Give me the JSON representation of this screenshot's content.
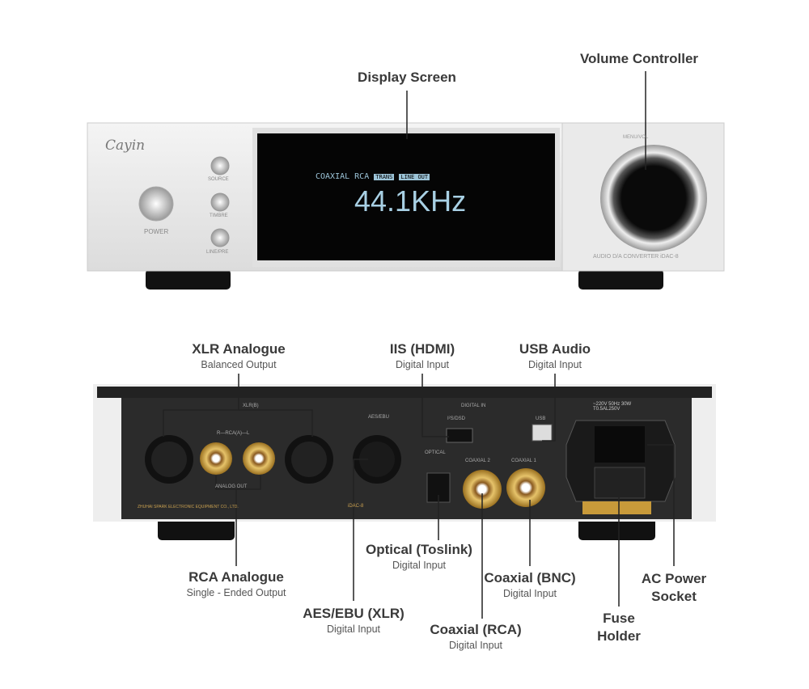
{
  "front": {
    "brand": "Cayin",
    "buttons": [
      "SOURCE",
      "TIMBRE",
      "LINE/PRE"
    ],
    "power_label": "POWER",
    "display": {
      "input": "COAXIAL RCA",
      "badge1": "TRANS",
      "badge2": "LINE OUT",
      "frequency": "44.1KHz"
    },
    "knob_label": "MENU/VOL",
    "model": "AUDIO D/A CONVERTER iDAC-8"
  },
  "rear": {
    "xlr_label": "XLR(B)",
    "rca_label": "R—RCA(A)—L",
    "analog_out": "ANALOG OUT",
    "digital_in": "DIGITAL IN",
    "aes_label": "AES/EBU",
    "iis_label": "I²S/DSD",
    "usb_label": "USB",
    "optical_label": "OPTICAL",
    "coax2_label": "COAXIAL 2",
    "coax1_label": "COAXIAL 1",
    "power_spec1": "~220V 50Hz 30W",
    "power_spec2": "T0.5AL250V",
    "maker": "ZHUHAI SPARK ELECTRONIC EQUIPMENT CO., LTD.",
    "model": "iDAC-8"
  },
  "callouts": {
    "display": {
      "title": "Display Screen"
    },
    "volume": {
      "title": "Volume Controller"
    },
    "xlr": {
      "title": "XLR Analogue",
      "sub": "Balanced Output"
    },
    "iis": {
      "title": "IIS (HDMI)",
      "sub": "Digital Input"
    },
    "usb": {
      "title": "USB Audio",
      "sub": "Digital Input"
    },
    "rca": {
      "title": "RCA Analogue",
      "sub": "Single - Ended Output"
    },
    "optical": {
      "title": "Optical (Toslink)",
      "sub": "Digital Input"
    },
    "bnc": {
      "title": "Coaxial (BNC)",
      "sub": "Digital Input"
    },
    "ac": {
      "title1": "AC Power",
      "title2": "Socket"
    },
    "aes": {
      "title": "AES/EBU (XLR)",
      "sub": "Digital Input"
    },
    "coaxrca": {
      "title": "Coaxial (RCA)",
      "sub": "Digital Input"
    },
    "fuse": {
      "title1": "Fuse",
      "title2": "Holder"
    }
  }
}
